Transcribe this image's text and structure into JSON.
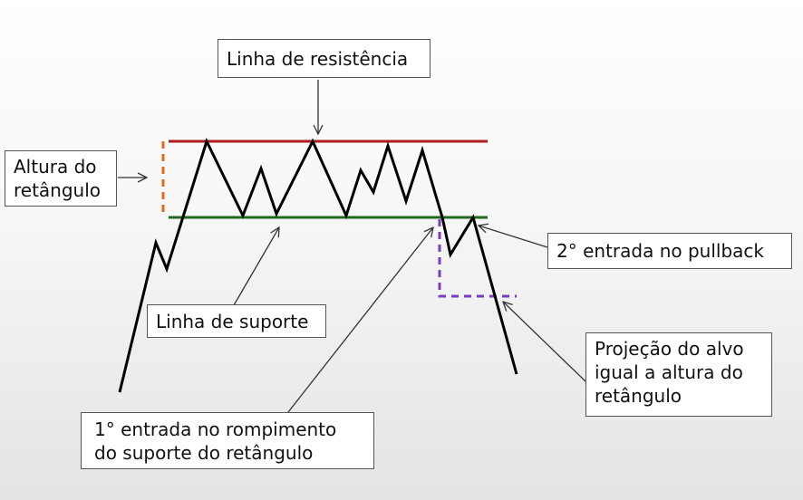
{
  "colors": {
    "resistance": "#b01c1c",
    "support": "#1f6a1f",
    "height_marker": "#e26a1e",
    "projection": "#7a3cc4",
    "price": "#000000",
    "arrow": "#333333"
  },
  "labels": {
    "resistance": "Linha de resistência",
    "rect_height": [
      "Altura do",
      "retângulo"
    ],
    "support": "Linha de suporte",
    "first_entry": [
      "1° entrada no rompimento",
      "do suporte do retângulo"
    ],
    "second_entry": "2° entrada no pullback",
    "projection": [
      "Projeção do alvo",
      "igual a altura do",
      "retângulo"
    ]
  }
}
